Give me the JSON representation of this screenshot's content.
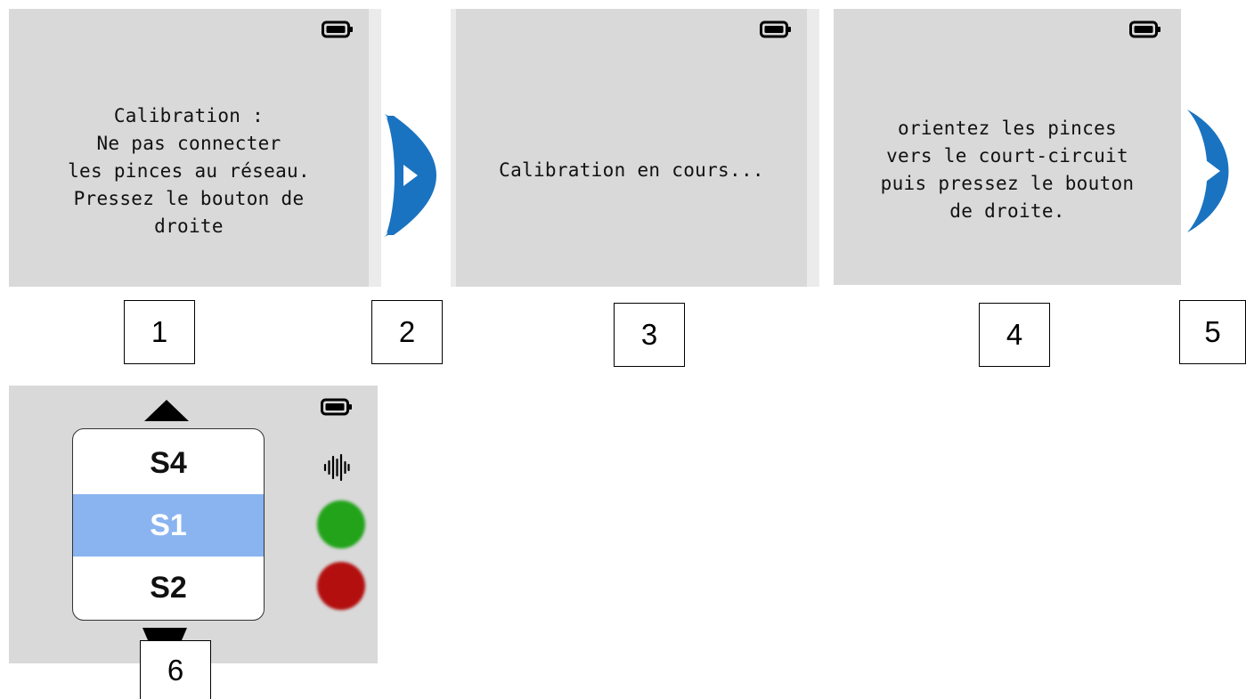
{
  "screens": [
    {
      "id": 1,
      "text": "Calibration :\nNe pas connecter\nles pinces au réseau.\nPressez le bouton de\ndroite",
      "battery_icon": "battery-full-icon"
    },
    {
      "id": 3,
      "text": "Calibration en cours...",
      "battery_icon": "battery-full-icon"
    },
    {
      "id": 4,
      "text": "orientez les pinces\nvers le court-circuit\npuis pressez le bouton\nde droite.",
      "battery_icon": "battery-full-icon"
    }
  ],
  "nav_buttons": [
    {
      "icon": "play-right-icon",
      "color": "#1a73c0"
    },
    {
      "icon": "play-right-icon",
      "color": "#1a73c0"
    }
  ],
  "step_labels": [
    "1",
    "2",
    "3",
    "4",
    "5",
    "6"
  ],
  "selector": {
    "up_icon": "triangle-up-icon",
    "down_icon": "triangle-down-icon",
    "items": [
      "S4",
      "S1",
      "S2"
    ],
    "selected": "S1",
    "selected_color": "#8ab4f0"
  },
  "status_icons": {
    "battery": "battery-full-icon",
    "signal": "sound-wave-icon",
    "green_indicator": "#22a31a",
    "red_indicator": "#b30f0f"
  },
  "colors": {
    "screen_bg": "#d9d9d9",
    "accent_blue": "#1a73c0"
  }
}
